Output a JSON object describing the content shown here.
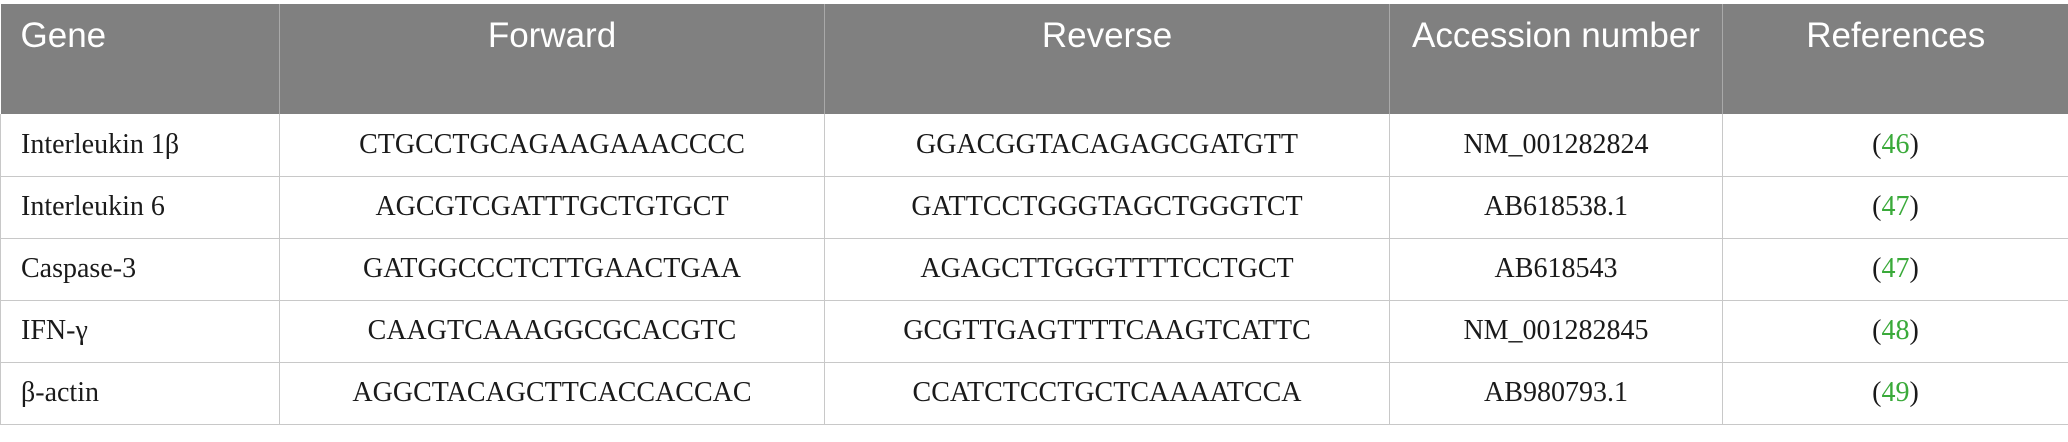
{
  "table": {
    "headers": [
      "Gene",
      "Forward",
      "Reverse",
      "Accession number",
      "References"
    ],
    "rows": [
      {
        "gene": "Interleukin 1β",
        "forward": "CTGCCTGCAGAAGAAACCCC",
        "reverse": "GGACGGTACAGAGCGATGTT",
        "accession": "NM_001282824",
        "ref": "46"
      },
      {
        "gene": "Interleukin 6",
        "forward": "AGCGTCGATTTGCTGTGCT",
        "reverse": "GATTCCTGGGTAGCTGGGTCT",
        "accession": "AB618538.1",
        "ref": "47"
      },
      {
        "gene": "Caspase-3",
        "forward": "GATGGCCCTCTTGAACTGAA",
        "reverse": "AGAGCTTGGGTTTTCCTGCT",
        "accession": "AB618543",
        "ref": "47"
      },
      {
        "gene": "IFN-γ",
        "forward": "CAAGTCAAAGGCGCACGTC",
        "reverse": "GCGTTGAGTTTTCAAGTCATTC",
        "accession": "NM_001282845",
        "ref": "48"
      },
      {
        "gene": "β-actin",
        "forward": "AGGCTACAGCTTCACCACCAC",
        "reverse": "CCATCTCCTGCTCAAAATCCA",
        "accession": "AB980793.1",
        "ref": "49"
      }
    ]
  },
  "colors": {
    "header_bg": "#808080",
    "header_text": "#ffffff",
    "link": "#3aaa3a"
  }
}
